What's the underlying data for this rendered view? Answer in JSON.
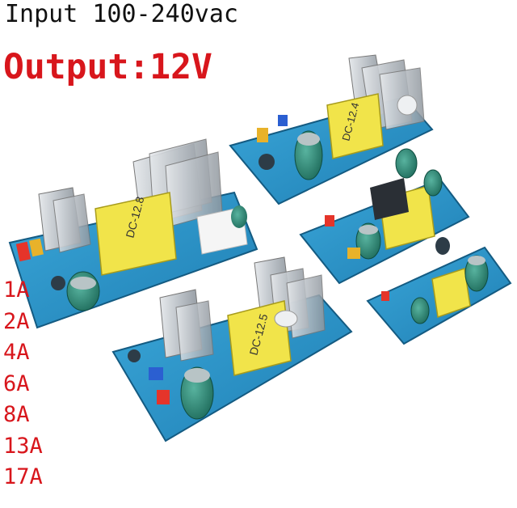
{
  "header": {
    "input_text": "Input 100-240vac",
    "output_text": "Output:12V"
  },
  "current_ratings": [
    "1A",
    "2A",
    "4A",
    "6A",
    "8A",
    "13A",
    "17A"
  ],
  "board_silkscreen": {
    "board_a": "DC-12.8",
    "board_b": "DC-12.4",
    "board_c": "DC-12.5"
  },
  "colors": {
    "pcb_blue": "#2b8fc4",
    "heatsink_gray": "#c8cdd2",
    "transformer_yellow": "#f1e44a",
    "capacitor_teal": "#2f8a78",
    "label_red": "#d8161c"
  }
}
